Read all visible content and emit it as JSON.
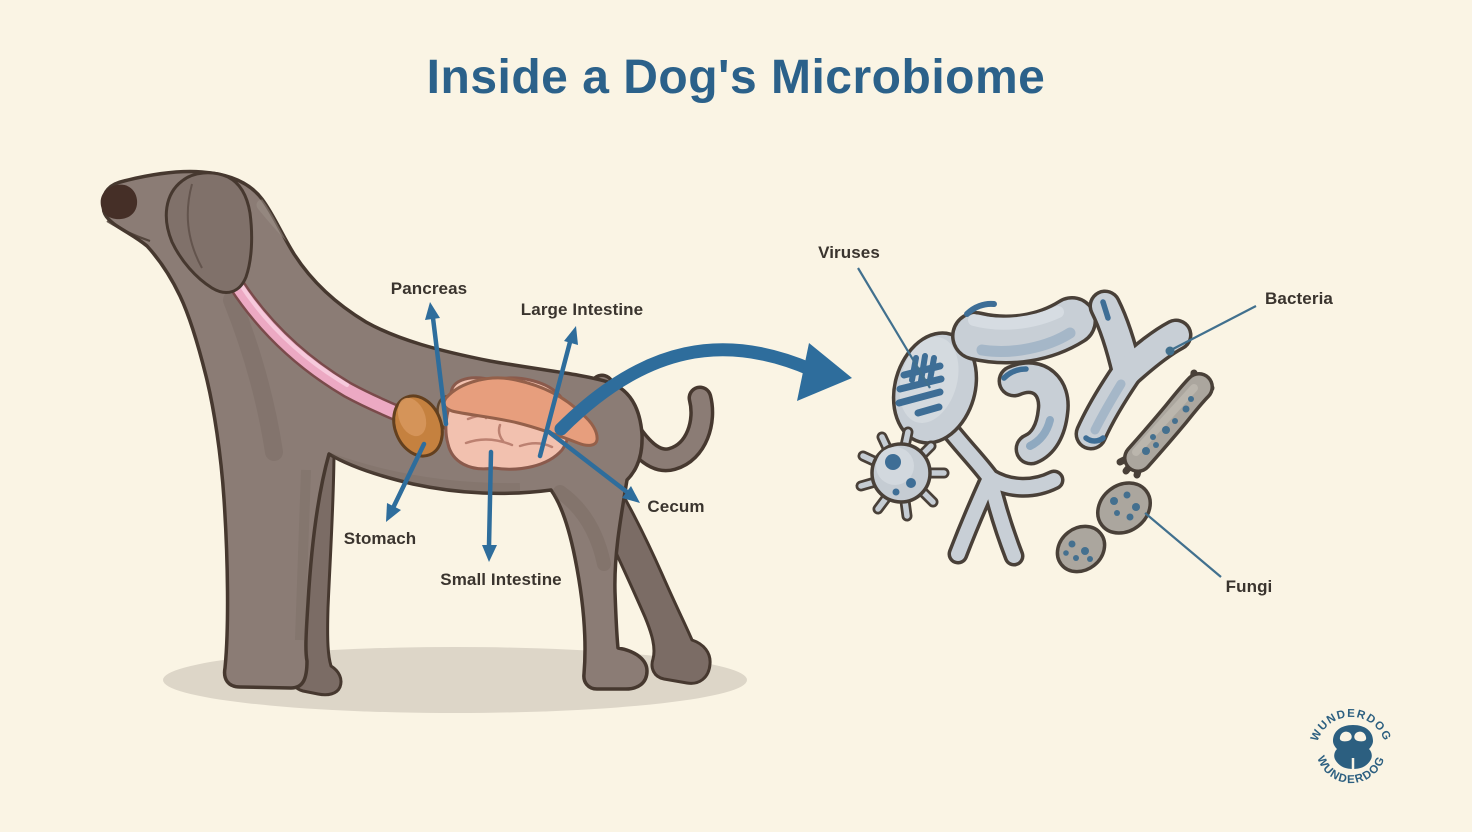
{
  "title": "Inside a Dog's Microbiome",
  "dog": {
    "labels": [
      {
        "id": "pancreas",
        "text": "Pancreas"
      },
      {
        "id": "large-intestine",
        "text": "Large Intestine"
      },
      {
        "id": "stomach",
        "text": "Stomach"
      },
      {
        "id": "small-intestine",
        "text": "Small Intestine"
      },
      {
        "id": "cecum",
        "text": "Cecum"
      }
    ]
  },
  "microbes": {
    "labels": [
      {
        "id": "viruses",
        "text": "Viruses"
      },
      {
        "id": "bacteria",
        "text": "Bacteria"
      },
      {
        "id": "fungi",
        "text": "Fungi"
      }
    ]
  },
  "logo": {
    "text_top": "WUNDERDOG",
    "text_bottom": "WUNDERDOG"
  },
  "colors": {
    "background": "#FAF4E4",
    "title_text": "#2B618A",
    "label_text": "#3A342E",
    "arrow_blue": "#2E6D9C",
    "leader_line": "#41708E",
    "dog_body": "#8B7C75",
    "dog_outline": "#46382F",
    "esophagus_pink": "#ECA9C3",
    "stomach_orange": "#C5813F",
    "small_intestine": "#F2C1AF",
    "large_intestine": "#E79E7D",
    "microbe_grey": "#C8CFD6",
    "microbe_accent": "#3E6E96",
    "fungi_taupe": "#ABA69E",
    "logo_blue": "#2C5F80",
    "shadow": "#DDD6C8"
  }
}
